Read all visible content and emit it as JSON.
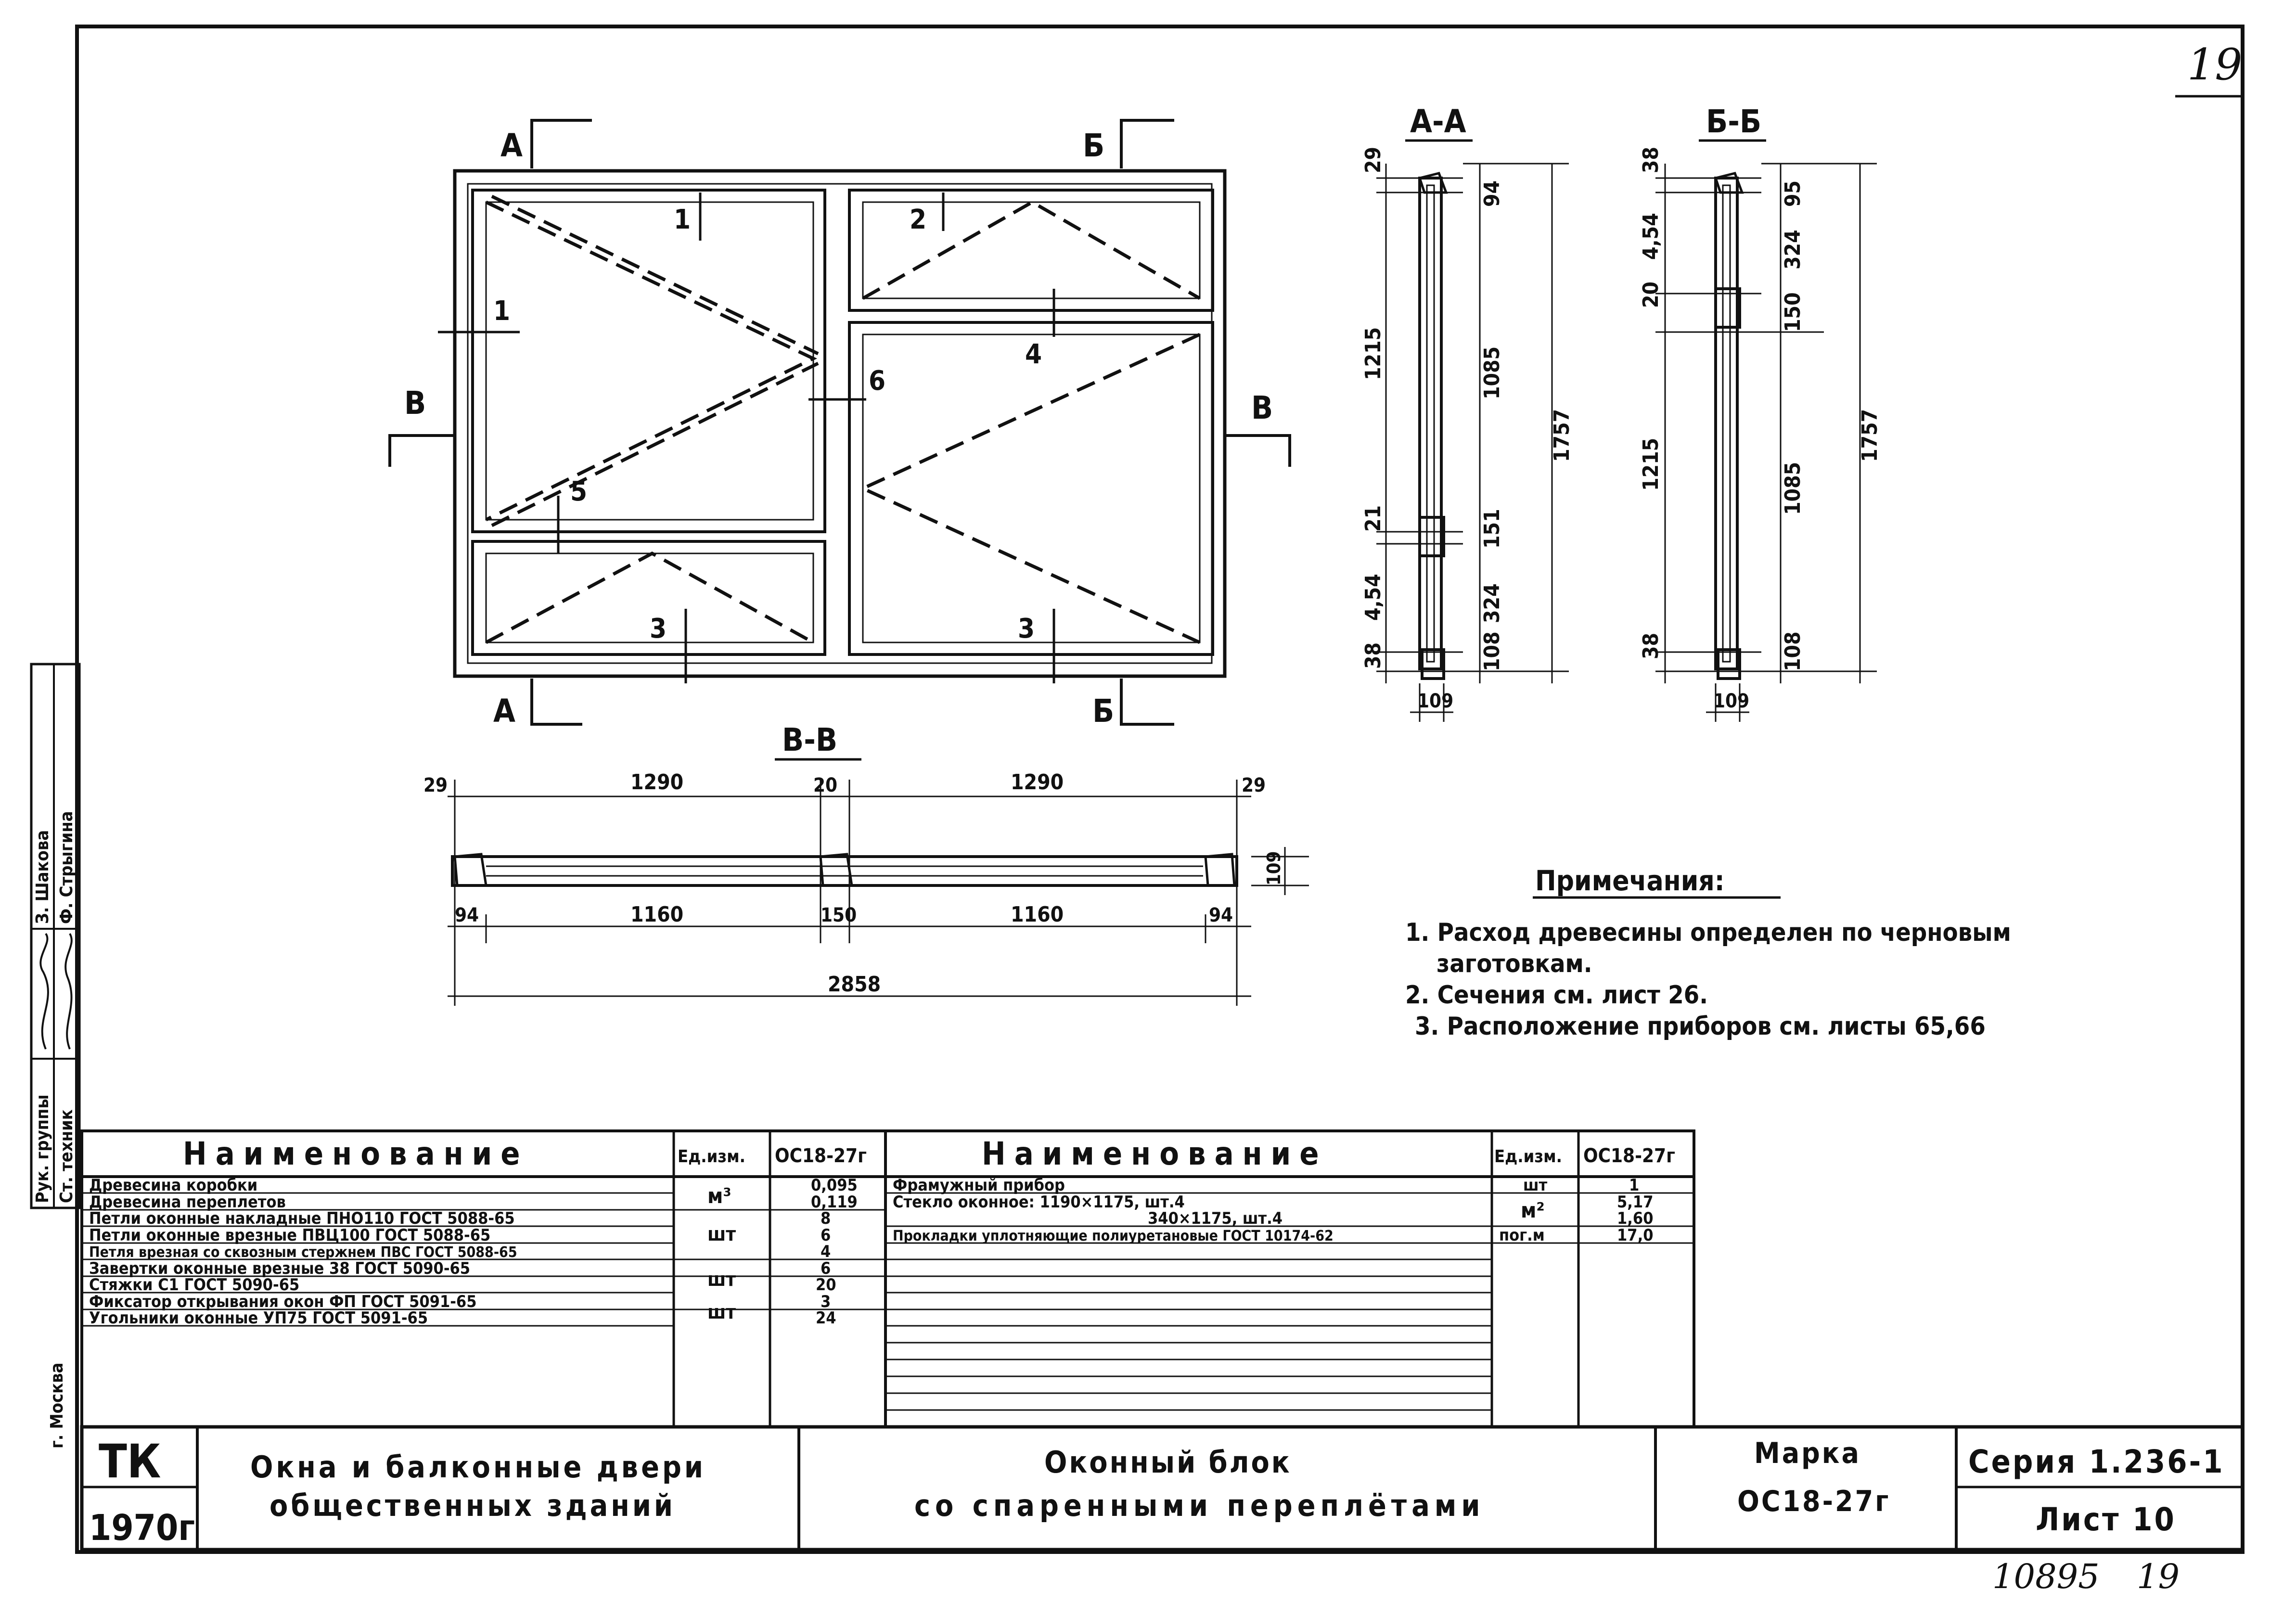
{
  "sheet": {
    "corner_number": "19",
    "archive_number": "10895",
    "archive_page": "19"
  },
  "drawing": {
    "section_labels": {
      "a": "А",
      "b": "Б",
      "v": "В"
    },
    "callouts": [
      "1",
      "2",
      "3",
      "4",
      "5",
      "6"
    ],
    "section_aa": {
      "title": "А-А",
      "left_dims": [
        "29",
        "1215",
        "21",
        "4,54",
        "38"
      ],
      "right_dims": [
        "94",
        "1085",
        "151",
        "324",
        "108"
      ],
      "total": "1757",
      "width": "109"
    },
    "section_bb": {
      "title": "Б-Б",
      "left_dims": [
        "38",
        "4,54",
        "20",
        "1215",
        "38"
      ],
      "right_dims": [
        "95",
        "324",
        "150",
        "1085",
        "108"
      ],
      "total": "1757",
      "width": "109"
    },
    "section_vv": {
      "title": "В-В",
      "top_dims": [
        "29",
        "1290",
        "20",
        "1290",
        "29"
      ],
      "bottom_dims": [
        "94",
        "1160",
        "150",
        "1160",
        "94"
      ],
      "depth": "109",
      "total": "2858"
    }
  },
  "notes": {
    "title": "Примечания:",
    "items": [
      "1. Расход древесины определен по черновым",
      "заготовкам.",
      "2. Сечения см. лист 26.",
      "3. Расположение приборов см. листы 65,66"
    ]
  },
  "spec_left": {
    "header": {
      "name": "Наименование",
      "unit": "Ед.изм.",
      "mark": "ОС18-27г"
    },
    "rows": [
      {
        "name": "Древесина коробки",
        "unit": "м³",
        "qty": "0,095"
      },
      {
        "name": "Древесина переплетов",
        "unit": "",
        "qty": "0,119"
      },
      {
        "name": "Петли оконные накладные ПНО110 ГОСТ 5088-65",
        "unit": "",
        "qty": "8"
      },
      {
        "name": "Петли оконные врезные ПВЦ100 ГОСТ 5088-65",
        "unit": "шт",
        "qty": "6"
      },
      {
        "name": "Петля врезная со сквозным стержнем ПВС ГОСТ 5088-65",
        "unit": "",
        "qty": "4"
      },
      {
        "name": "Завертки оконные врезные 38 ГОСТ 5090-65",
        "unit": "шт",
        "qty": "6"
      },
      {
        "name": "Стяжки С1 ГОСТ 5090-65",
        "unit": "",
        "qty": "20"
      },
      {
        "name": "Фиксатор открывания окон ФП ГОСТ 5091-65",
        "unit": "шт",
        "qty": "3"
      },
      {
        "name": "Угольники оконные УП75 ГОСТ 5091-65",
        "unit": "",
        "qty": "24"
      }
    ]
  },
  "spec_right": {
    "header": {
      "name": "Наименование",
      "unit": "Ед.изм.",
      "mark": "ОС18-27г"
    },
    "rows": [
      {
        "name": "Фрамужный прибор",
        "unit": "шт",
        "qty": "1"
      },
      {
        "name": "Стекло оконное: 1190×1175, шт.4",
        "unit": "м²",
        "qty": "5,17"
      },
      {
        "name": "340×1175, шт.4",
        "unit": "",
        "qty": "1,60"
      },
      {
        "name": "Прокладки уплотняющие полиуретановые ГОСТ 10174-62",
        "unit": "пог.м",
        "qty": "17,0"
      }
    ]
  },
  "side_stamp": {
    "role1": "Рук. группы",
    "role2": "Ст. техник",
    "name1": "З. Шакова",
    "name2": "Ф. Стрыгина",
    "city": "г. Москва"
  },
  "title_block": {
    "org": "ТК",
    "year": "1970г",
    "category": [
      "Окна и балконные двери",
      "общественных зданий"
    ],
    "product": [
      "Оконный блок",
      "со спаренными переплётами"
    ],
    "mark_label": "Марка",
    "mark": "ОС18-27г",
    "series": "Серия 1.236-1",
    "sheet": "Лист 10"
  }
}
